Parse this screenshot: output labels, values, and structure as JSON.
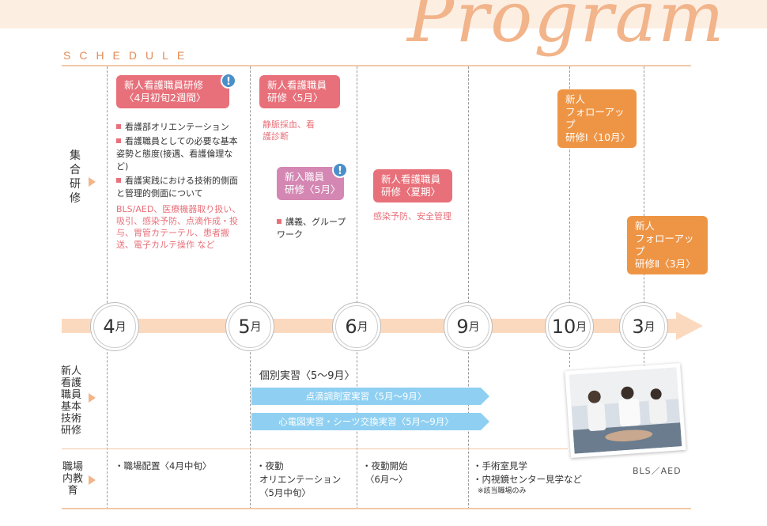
{
  "header": {
    "title": "Program",
    "subtitle": "SCHEDULE"
  },
  "rows": {
    "group": "集合研修",
    "newbasic": "新人看護職員基本技術研修",
    "workplace": "職場内教育"
  },
  "months": [
    {
      "num": "4",
      "unit": "月"
    },
    {
      "num": "5",
      "unit": "月"
    },
    {
      "num": "6",
      "unit": "月"
    },
    {
      "num": "9",
      "unit": "月"
    },
    {
      "num": "10",
      "unit": "月"
    },
    {
      "num": "3",
      "unit": "月"
    }
  ],
  "apr": {
    "box_l1": "新人看護職員研修",
    "box_l2": "〈4月初旬2週間〉",
    "bullets": [
      "看護部オリエンテーション",
      "看護職員としての必要な基本姿勢と態度(接遇、看護倫理など)",
      "看護実践における技術的側面と管理的側面について"
    ],
    "red": "BLS/AED、医療機器取り扱い、吸引、感染予防、点滴作成・投与、胃管カテーテル、患者搬送、電子カルテ操作 など"
  },
  "may": {
    "box1_l1": "新人看護職員",
    "box1_l2": "研修〈5月〉",
    "box1_red": "静脈採血、看護診断",
    "box2_l1": "新入職員",
    "box2_l2": "研修〈5月〉",
    "box2_bullet": "講義、グループワーク"
  },
  "summer": {
    "l1": "新人看護職員",
    "l2": "研修〈夏期〉",
    "red": "感染予防、安全管理"
  },
  "oct": {
    "l1": "新人",
    "l2": "フォローアップ",
    "l3": "研修Ⅰ〈10月〉"
  },
  "mar": {
    "l1": "新人",
    "l2": "フォローアップ",
    "l3": "研修Ⅱ〈3月〉"
  },
  "practice": {
    "title": "個別実習〈5〜9月〉",
    "bar1": "点滴調剤室実習〈5月〜9月〉",
    "bar2": "心電図実習・シーツ交換実習〈5月〜9月〉"
  },
  "photo_caption": "BLS／AED",
  "workplace": {
    "c1": "・職場配置〈4月中旬〉",
    "c2_l1": "・夜勤",
    "c2_l2": "オリエンテーション",
    "c2_l3": "〈5月中旬〉",
    "c3_l1": "・夜勤開始",
    "c3_l2": "〈6月〜〉",
    "c4_l1": "・手術室見学",
    "c4_l2": "・内視鏡センター見学など",
    "c4_note": "※該当職場のみ"
  },
  "colors": {
    "red": "#e8707a",
    "pink": "#d487b3",
    "orange": "#ee9545",
    "blue": "#8fd0f2",
    "peach": "#fbd9bf"
  },
  "icons": [
    "exclamation-icon",
    "arrow-right-icon"
  ]
}
